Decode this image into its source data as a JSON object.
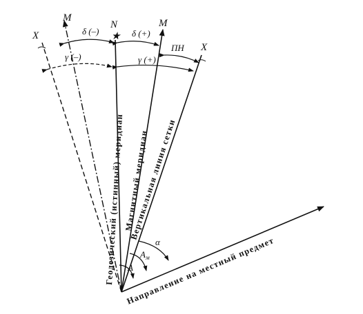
{
  "labels": {
    "x_left": "X",
    "m_left": "M",
    "n_top": "N",
    "star": "★",
    "m_right": "M",
    "x_right": "X",
    "delta_neg": "δ (–)",
    "delta_pos": "δ (+)",
    "gamma_neg": "γ (–)",
    "gamma_pos": "γ (+)",
    "pn": "ПН",
    "alpha": "α",
    "a_main": "А",
    "a_m_base": "А",
    "a_m_sub": "м"
  },
  "rotated_text": {
    "geodetic_meridian": "Геодезический (истинный) меридиан",
    "magnetic_meridian": "Магнитный меридиан",
    "grid_vertical": "Вертикальная линия сетки",
    "object_direction": "Направление на местный предмет"
  },
  "colors": {
    "ink": "#111111",
    "background": "#ffffff"
  }
}
